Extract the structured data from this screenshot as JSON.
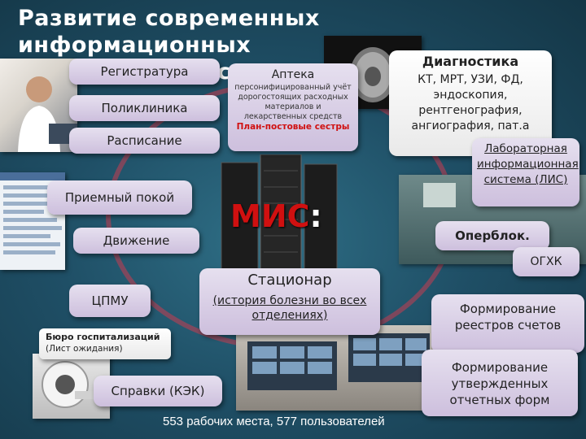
{
  "title": {
    "line1": "Развитие современных информационных",
    "line2": "систем"
  },
  "center": {
    "label": "МИС",
    "suffix": ":"
  },
  "boxes": {
    "registratura": "Регистратура",
    "poliklinika": "Поликлиника",
    "raspisanie": "Расписание",
    "priemny_pokoy": "Приемный покой",
    "dvizhenie": "Движение",
    "cpmu": "ЦПМУ",
    "buro": "Бюро госпитализаций",
    "buro_sub": "(Лист ожидания)",
    "spravki": "Справки (КЭК)",
    "apteka_title": "Аптека",
    "apteka_text": "персонифицированный учёт дорогостоящих расходных материалов и лекарственных средств",
    "apteka_red": "План-постовые сестры",
    "diagnostika_title": "Диагностика",
    "diagnostika_text": "КТ, МРТ, УЗИ, ФД, эндоскопия, рентгенография, ангиография, пат.а",
    "lis": "Лабораторная информационная система (ЛИС)",
    "operblok": "Оперблок.",
    "ogkh": "ОГХК",
    "stacionar_title": "Стационар",
    "stacionar_text": "(история болезни во всех отделениях)",
    "formirovanie_reestrov": "Формирование реестров счетов",
    "formirovanie_form": "Формирование утвержденных отчетных форм"
  },
  "footer": "553 рабочих места, 577 пользователей",
  "colors": {
    "background": "#1f4f66",
    "ring": "#c83c50",
    "box_lavender": "#dcd3e8",
    "mis_red": "#d01010"
  }
}
